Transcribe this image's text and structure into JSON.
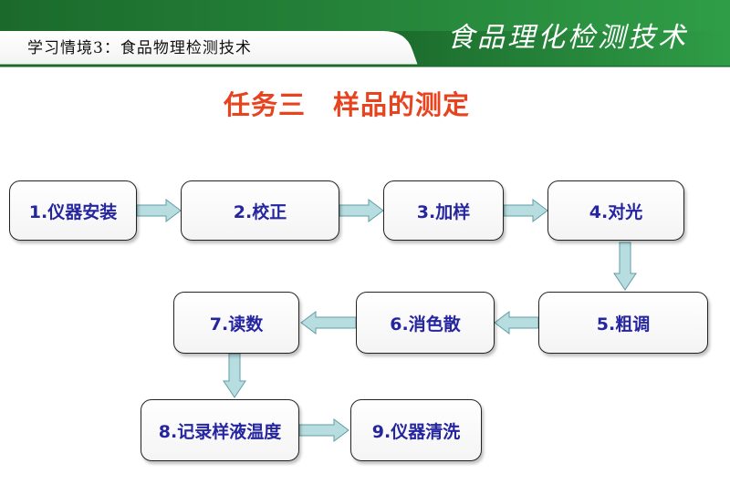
{
  "header": {
    "course_section": "学习情境3：食品物理检测技术",
    "brand_title": "食品理化检测技术"
  },
  "slide": {
    "title": "任务三　样品的测定"
  },
  "steps": [
    "1.仪器安装",
    "2.校正",
    "3.加样",
    "4.对光",
    "5.粗调",
    "6.消色散",
    "7.读数",
    "8.记录样液温度",
    "9.仪器清洗"
  ],
  "colors": {
    "header_green": "#1f7a34",
    "title_red": "#e8431f",
    "step_text": "#2525a0",
    "arrow_fill": "#b8dde0"
  }
}
